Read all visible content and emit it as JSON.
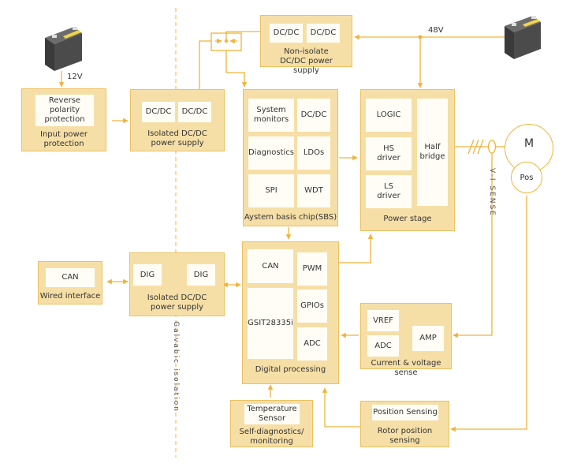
{
  "battery_12v": "12V",
  "battery_48v": "48V",
  "non_isolate": {
    "dcdc1": "DC/DC",
    "dcdc2": "DC/DC",
    "caption": "Non-isolate DC/DC power supply"
  },
  "input_power": {
    "inner": "Reverse polarity protection",
    "caption": "Input power protection"
  },
  "isolated_dcdc": {
    "dcdc1": "DC/DC",
    "dcdc2": "DC/DC",
    "caption": "Isolated DC/DC power supply"
  },
  "sbs": {
    "system_monitors": "System monitors",
    "dcdc": "DC/DC",
    "diagnostics": "Diagnostics",
    "ldos": "LDOs",
    "spi": "SPI",
    "wdt": "WDT",
    "caption": "Aystem basis chip(SBS)"
  },
  "power_stage": {
    "logic": "LOGIC",
    "hs_driver": "HS driver",
    "ls_driver": "LS driver",
    "half_bridge": "Half bridge",
    "caption": "Power stage"
  },
  "motor": {
    "m": "M",
    "pos": "Pos"
  },
  "vi_sense": "V-I SENSE",
  "wired": {
    "can": "CAN",
    "caption": "Wired interface"
  },
  "isolated_dig": {
    "dig1": "DIG",
    "dig2": "DIG",
    "caption": "Isolated DC/DC power supply"
  },
  "digital": {
    "can": "CAN",
    "pwm": "PWM",
    "gpios": "GPIOs",
    "chip": "GSIT28335i",
    "adc": "ADC",
    "caption": "Digital processing"
  },
  "current_sense": {
    "vref": "VREF",
    "adc": "ADC",
    "amp": "AMP",
    "caption": "Current & voltage sense"
  },
  "galvanic": "Galvabic isolation",
  "temperature": {
    "inner": "Temperature Sensor",
    "caption": "Self-diagnostics/ monitoring"
  },
  "rotor": {
    "inner": "Position Sensing",
    "caption": "Rotor position sensing"
  },
  "colors": {
    "line": "#f0b33a",
    "block": "#f6dfa7",
    "border": "#edc062",
    "cell": "#fffdf6"
  }
}
